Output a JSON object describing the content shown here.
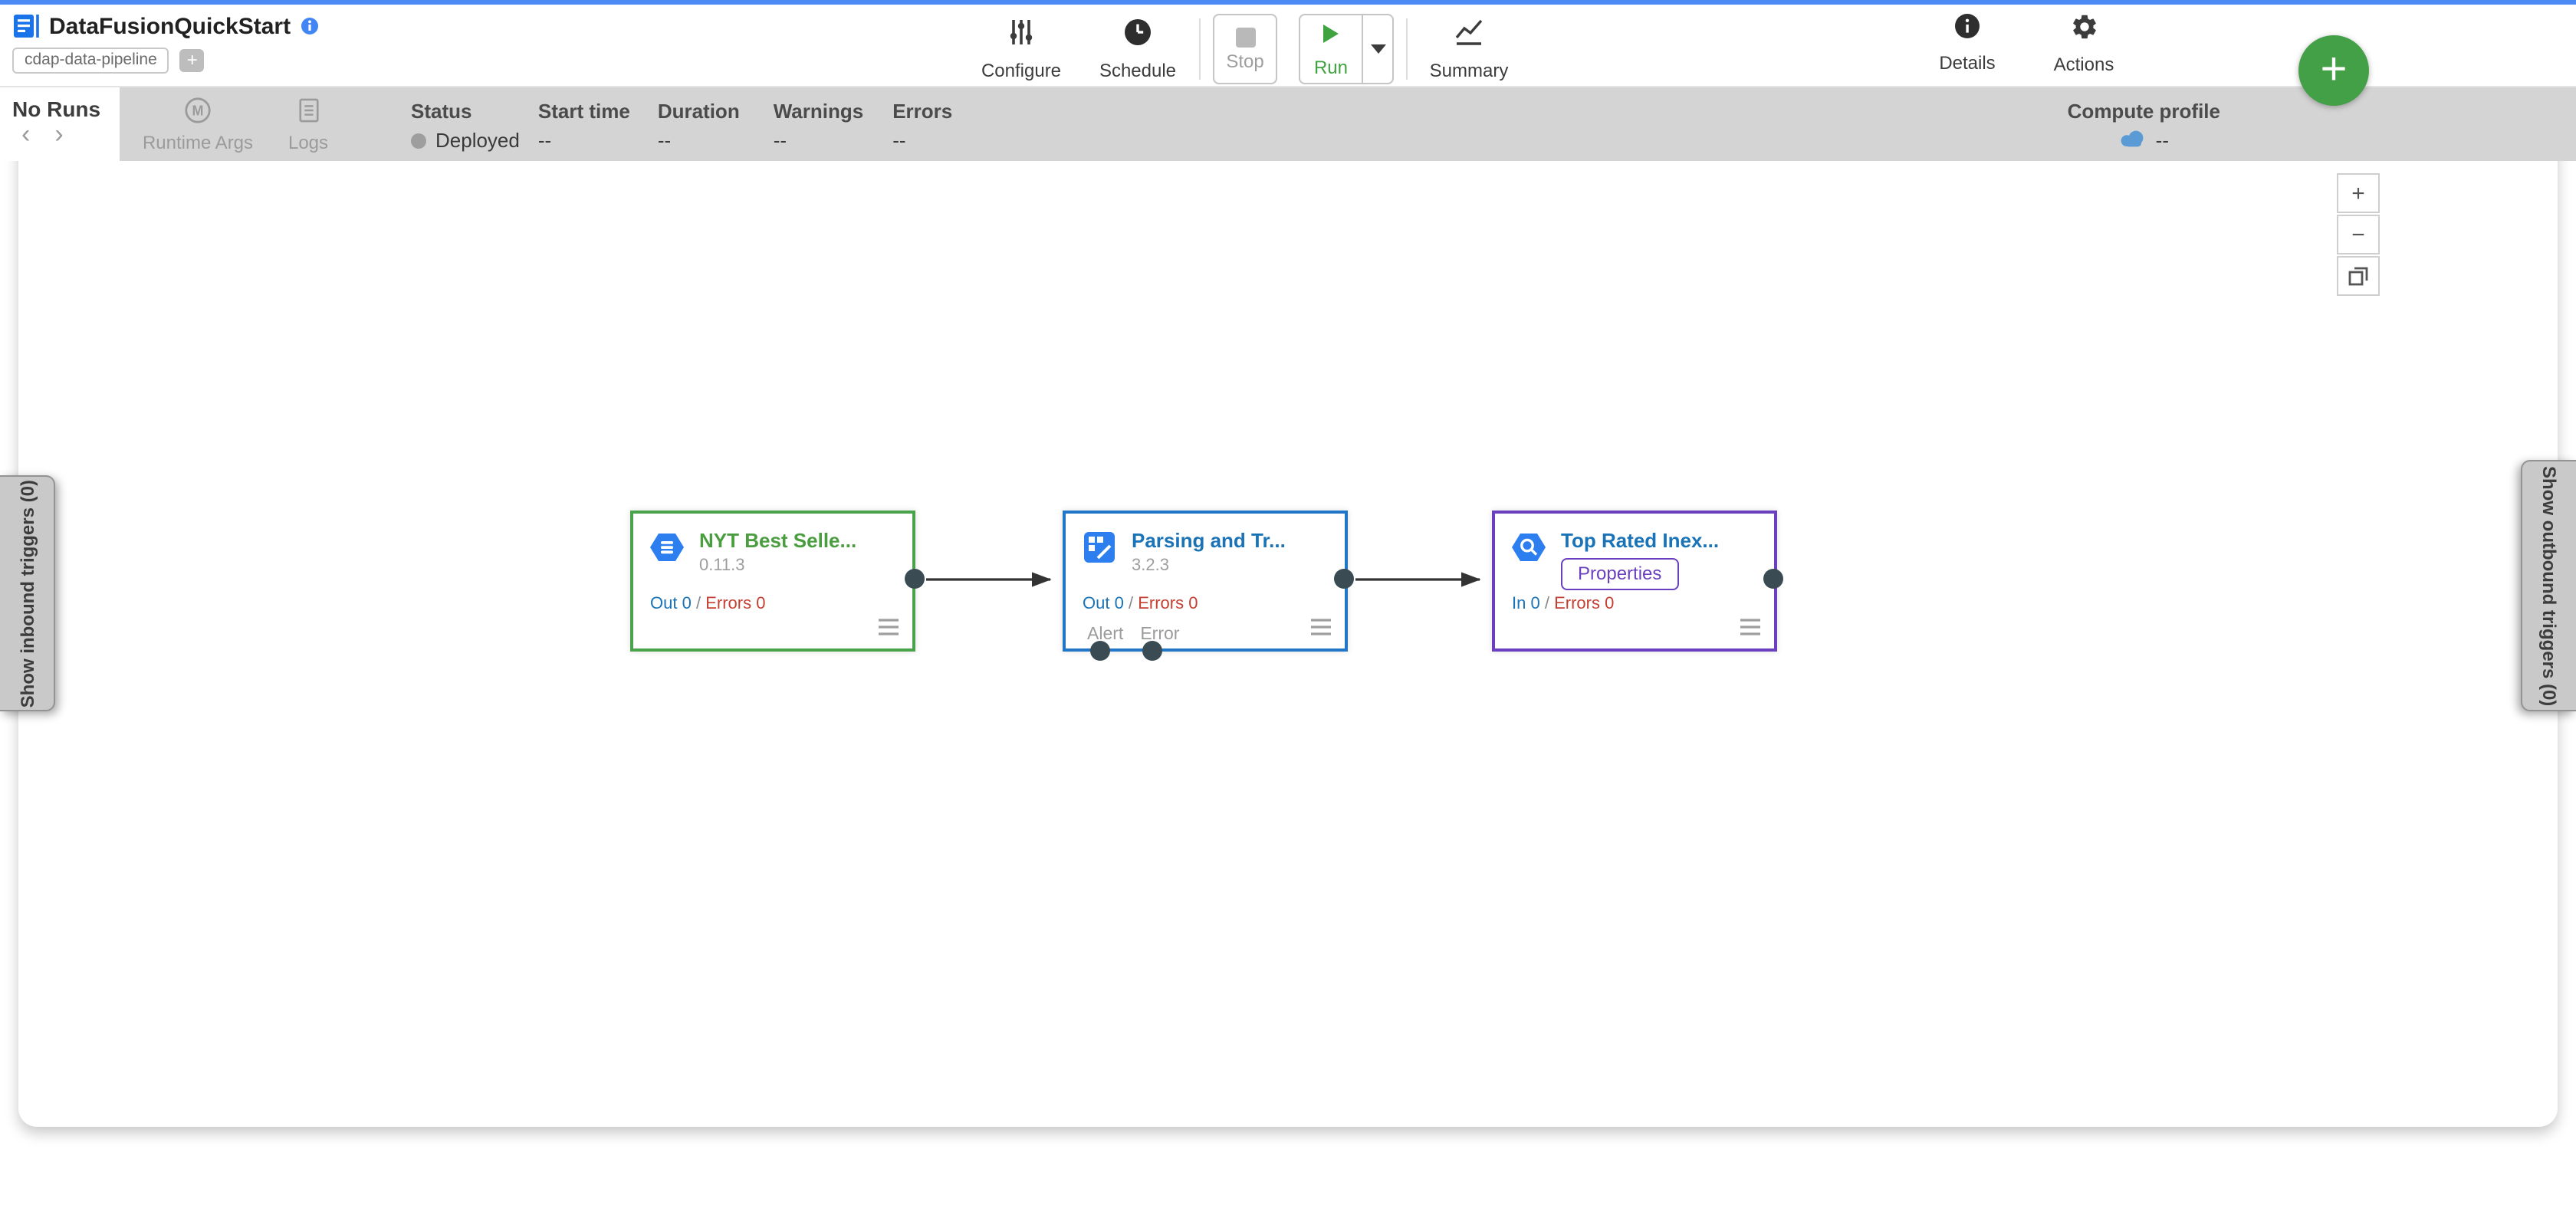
{
  "colors": {
    "top_accent": "#4c8bf5",
    "run_green": "#3fa33f",
    "fab_green": "#43a047",
    "source_border": "#4aa34a",
    "transform_border": "#2176c7",
    "sink_border": "#6a40bf",
    "link_blue": "#1a73b6",
    "error_red": "#c43e31",
    "node_icon_blue": "#2d7ff0",
    "statusbar_gray": "#d4d4d4"
  },
  "topbar": {
    "title": "DataFusionQuickStart",
    "pipeline_tag": "cdap-data-pipeline",
    "add_tag_label": "+",
    "configure_label": "Configure",
    "schedule_label": "Schedule",
    "stop_label": "Stop",
    "run_label": "Run",
    "summary_label": "Summary",
    "details_label": "Details",
    "actions_label": "Actions",
    "fab_label": "+"
  },
  "statusbar": {
    "no_runs_label": "No Runs",
    "prev_icon": "‹",
    "next_icon": "›",
    "runtime_args_label": "Runtime Args",
    "logs_label": "Logs",
    "status_label": "Status",
    "status_value": "Deployed",
    "start_time_label": "Start time",
    "start_time_value": "--",
    "duration_label": "Duration",
    "duration_value": "--",
    "warnings_label": "Warnings",
    "warnings_value": "--",
    "errors_label": "Errors",
    "errors_value": "--",
    "compute_profile_label": "Compute profile",
    "compute_profile_value": "--"
  },
  "canvas": {
    "inbound_tab_label": "Show inbound triggers (0)",
    "outbound_tab_label": "Show outbound triggers (0)",
    "zoom_in_label": "+",
    "zoom_out_label": "−",
    "metrics_separator": "/",
    "nodes": [
      {
        "type": "source",
        "name": "NYT Best Selle...",
        "version": "0.11.3",
        "out": "Out 0",
        "errors": "Errors 0"
      },
      {
        "type": "transform",
        "name": "Parsing and Tr...",
        "version": "3.2.3",
        "out": "Out 0",
        "errors": "Errors 0",
        "alert": "Alert",
        "error": "Error"
      },
      {
        "type": "sink",
        "name": "Top Rated Inex...",
        "properties": "Properties",
        "in": "In 0",
        "errors": "Errors 0"
      }
    ]
  }
}
